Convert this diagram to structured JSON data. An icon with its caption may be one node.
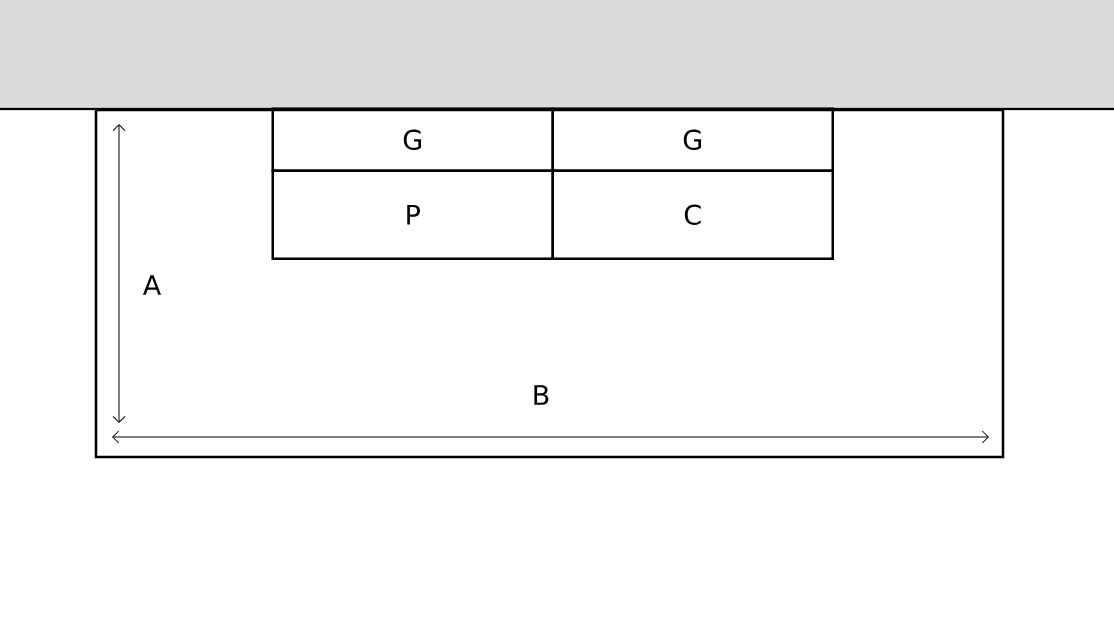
{
  "diagram": {
    "nodes": [
      {
        "text": [],
        "shape": "box"
      },
      {
        "text": [
          "G"
        ],
        "in": 0
      },
      {
        "text": [
          "G"
        ],
        "in": 0
      },
      {
        "text": [
          "P"
        ],
        "in": 0
      },
      {
        "text": [
          "C"
        ],
        "in": 0
      }
    ],
    "labels": [
      "A",
      "B"
    ]
  }
}
